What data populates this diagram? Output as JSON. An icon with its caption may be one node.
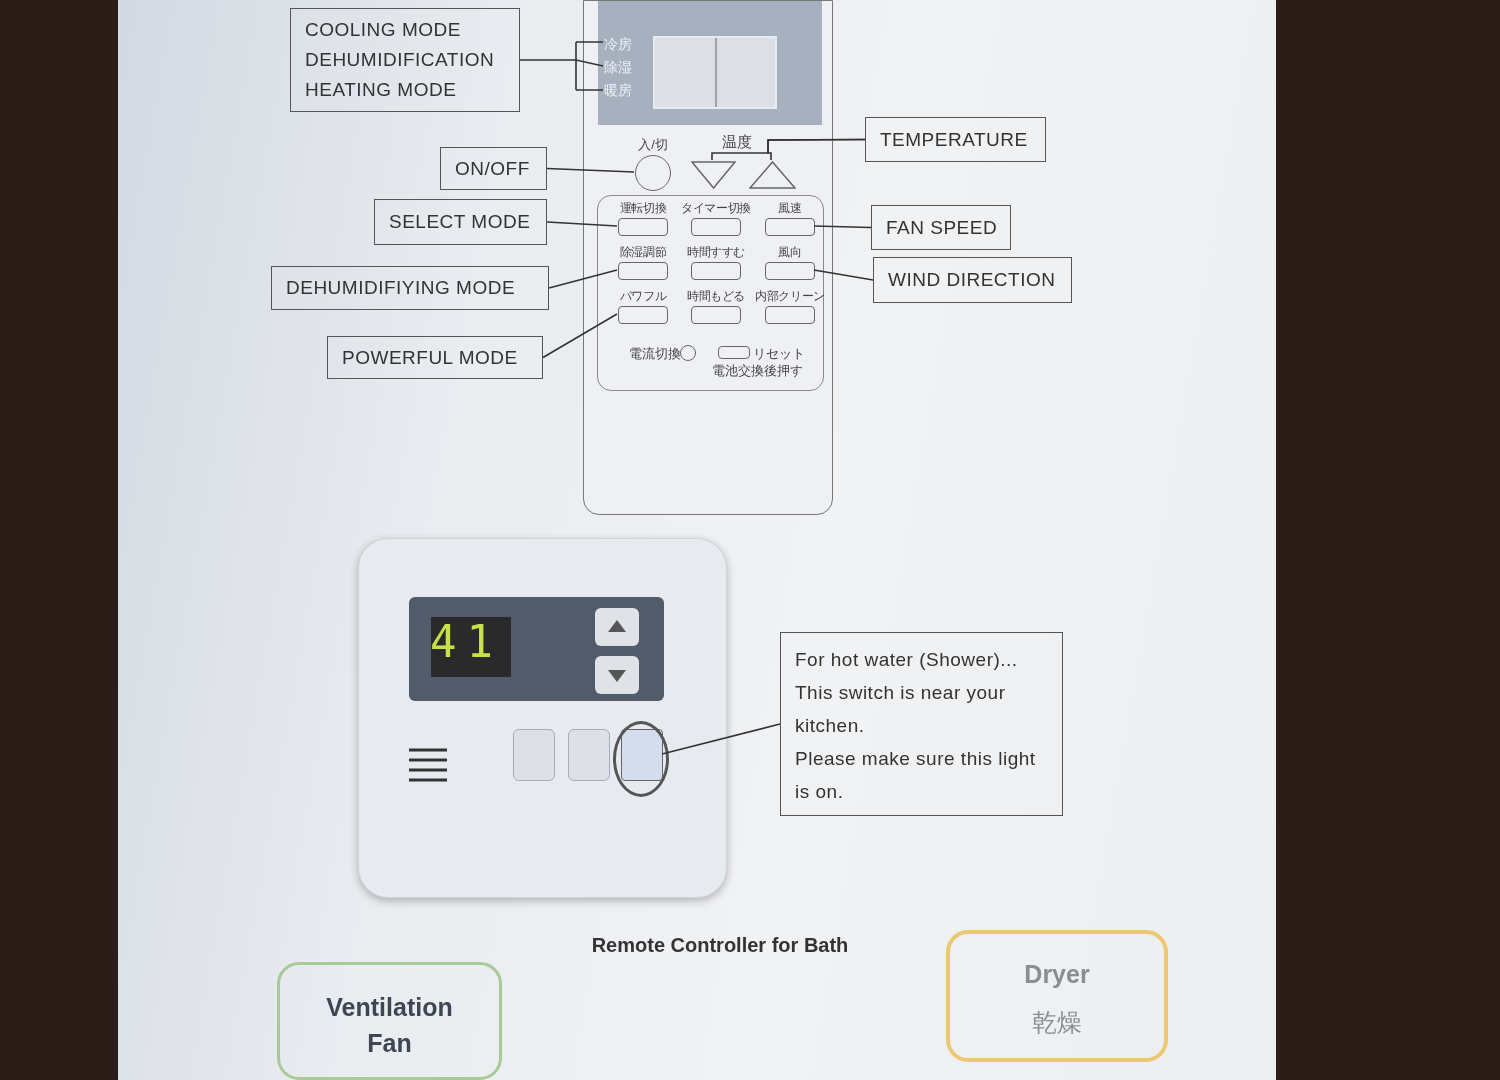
{
  "diagram": {
    "nodes": [
      {
        "text": [
          "COOLING MODE",
          "DEHUMIDIFICATION",
          "HEATING MODE"
        ]
      },
      {
        "text": [],
        "shape": "picture"
      },
      {
        "text": [
          "冷房",
          "除湿",
          "暖房"
        ],
        "in": 1
      },
      {
        "text": [],
        "shape": "circle",
        "in": 1,
        "beside": [
          "入/切"
        ]
      },
      {
        "text": [],
        "shape": "triangle",
        "in": 1
      },
      {
        "text": [],
        "shape": "triangle",
        "in": 1
      },
      {
        "text": [],
        "shape": "box",
        "in": 1,
        "beside": [
          "運転切換"
        ]
      },
      {
        "text": [],
        "shape": "box",
        "in": 1,
        "beside": [
          "タイマー切換"
        ]
      },
      {
        "text": [],
        "shape": "box",
        "in": 1,
        "beside": [
          "風速"
        ]
      },
      {
        "text": [],
        "shape": "box",
        "in": 1,
        "beside": [
          "除湿調節"
        ]
      },
      {
        "text": [],
        "shape": "box",
        "in": 1,
        "beside": [
          "時間すすむ"
        ]
      },
      {
        "text": [],
        "shape": "box",
        "in": 1,
        "beside": [
          "風向"
        ]
      },
      {
        "text": [],
        "shape": "box",
        "in": 1,
        "beside": [
          "パワフル"
        ]
      },
      {
        "text": [],
        "shape": "box",
        "in": 1,
        "beside": [
          "時間もどる"
        ]
      },
      {
        "text": [],
        "shape": "box",
        "in": 1,
        "beside": [
          "内部クリーン"
        ]
      },
      {
        "text": [],
        "shape": "circle",
        "in": 1,
        "beside": [
          "電流切換"
        ]
      },
      {
        "text": [],
        "shape": "box",
        "in": 1,
        "beside": [
          "リセット"
        ]
      },
      {
        "text": [
          "ON/OFF"
        ]
      },
      {
        "text": [
          "TEMPERATURE"
        ]
      },
      {
        "text": [
          "SELECT MODE"
        ]
      },
      {
        "text": [
          "FAN SPEED"
        ]
      },
      {
        "text": [
          "DEHUMIDIFIYING MODE"
        ]
      },
      {
        "text": [
          "WIND DIRECTION"
        ]
      },
      {
        "text": [
          "POWERFUL MODE"
        ]
      },
      {
        "text": [],
        "shape": "picture",
        "beside": [
          "Remote Controller for Bath"
        ]
      },
      {
        "text": [],
        "shape": "box",
        "in": 24
      },
      {
        "text": [
          "For hot water (Shower)... This switch is near your kitchen.",
          "Please make sure this light is on."
        ]
      },
      {
        "text": [
          "Ventilation Fan"
        ]
      },
      {
        "text": [
          "Dryer",
          "乾燥"
        ]
      }
    ],
    "edges": [
      {
        "from": 0,
        "to": 2,
        "arrow": "none"
      },
      {
        "from": 17,
        "to": 3,
        "arrow": "none"
      },
      {
        "from": 18,
        "to": 4,
        "arrow": "none"
      },
      {
        "from": 18,
        "to": 5,
        "arrow": "none"
      },
      {
        "from": 19,
        "to": 6,
        "arrow": "none"
      },
      {
        "from": 20,
        "to": 8,
        "arrow": "none"
      },
      {
        "from": 21,
        "to": 9,
        "arrow": "none"
      },
      {
        "from": 22,
        "to": 11,
        "arrow": "none"
      },
      {
        "from": 23,
        "to": 12,
        "arrow": "none"
      },
      {
        "from": 26,
        "to": 25,
        "arrow": "none"
      }
    ],
    "labels": [
      "温度",
      "電池交換後押す",
      "41"
    ]
  }
}
